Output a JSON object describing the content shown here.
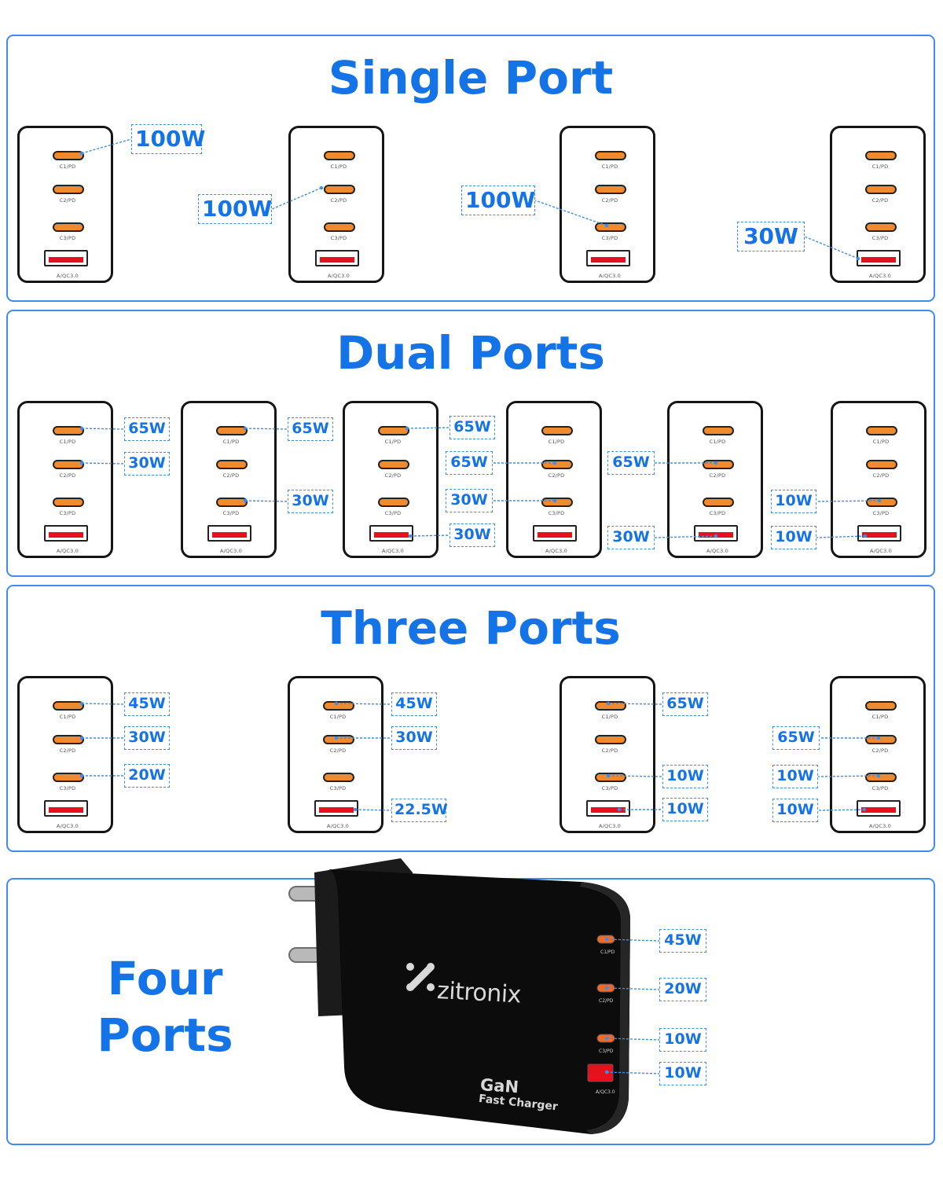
{
  "sections": {
    "single": {
      "title": "Single Port"
    },
    "dual": {
      "title": "Dual Ports"
    },
    "three": {
      "title": "Three Ports"
    },
    "four": {
      "title_line1": "Four",
      "title_line2": "Ports"
    }
  },
  "port_labels": {
    "c1": "C1/PD",
    "c2": "C2/PD",
    "c3": "C3/PD",
    "a": "A/QC3.0"
  },
  "single_port": [
    {
      "port": "C1/PD",
      "watts": "100W"
    },
    {
      "port": "C2/PD",
      "watts": "100W"
    },
    {
      "port": "C3/PD",
      "watts": "100W"
    },
    {
      "port": "A/QC3.0",
      "watts": "30W"
    }
  ],
  "dual_ports": [
    {
      "labels": [
        "65W",
        "30W"
      ]
    },
    {
      "labels": [
        "65W",
        "30W"
      ]
    },
    {
      "labels": [
        "65W",
        "30W"
      ]
    },
    {
      "labels": [
        "65W",
        "30W"
      ]
    },
    {
      "labels": [
        "65W",
        "30W"
      ]
    },
    {
      "labels": [
        "10W",
        "10W"
      ]
    }
  ],
  "three_ports": [
    {
      "labels": [
        "45W",
        "30W",
        "20W"
      ]
    },
    {
      "labels": [
        "45W",
        "30W",
        "22.5W"
      ]
    },
    {
      "labels": [
        "65W",
        "10W",
        "10W"
      ]
    },
    {
      "labels": [
        "65W",
        "10W",
        "10W"
      ]
    }
  ],
  "four_ports": {
    "brand": "zitronix",
    "badge_line1": "GaN",
    "badge_line2": "Fast Charger",
    "labels": [
      "45W",
      "20W",
      "10W",
      "10W"
    ]
  },
  "colors": {
    "accent": "#1473e6",
    "border": "#3f8cf0",
    "usb_c": "#f08a2e",
    "usb_a": "#e5121d",
    "device": "#111111"
  }
}
